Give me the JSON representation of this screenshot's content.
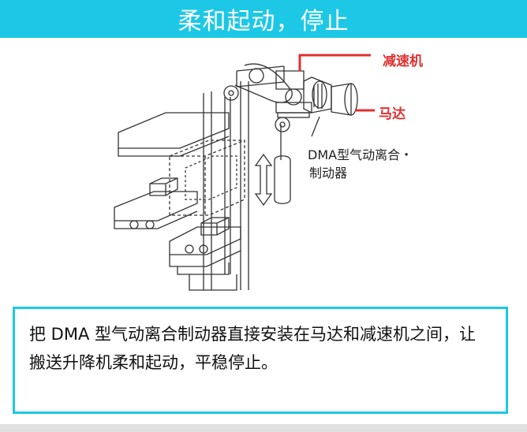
{
  "header": {
    "title": "柔和起动，停止"
  },
  "diagram": {
    "labels": {
      "reducer": "减速机",
      "motor": "马达",
      "clutch_line1": "DMA型气动离合・",
      "clutch_line2": "制动器"
    },
    "colors": {
      "accent": "#1cc8e6",
      "callout": "#e03030",
      "line": "#333333"
    }
  },
  "description": {
    "text": "把 DMA 型气动离合制动器直接安装在马达和减速机之间，让搬送升降机柔和起动，平稳停止。"
  }
}
